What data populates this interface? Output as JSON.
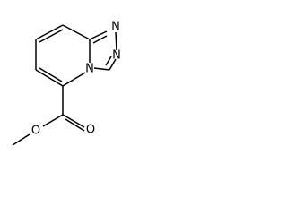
{
  "molecule": {
    "atoms": {
      "n1": "N",
      "n2": "N",
      "n4": "N",
      "o_carbonyl": "O",
      "o_ester": "O"
    },
    "colors": {
      "bond": "#000000",
      "label": "#000000",
      "background": "#ffffff"
    }
  }
}
